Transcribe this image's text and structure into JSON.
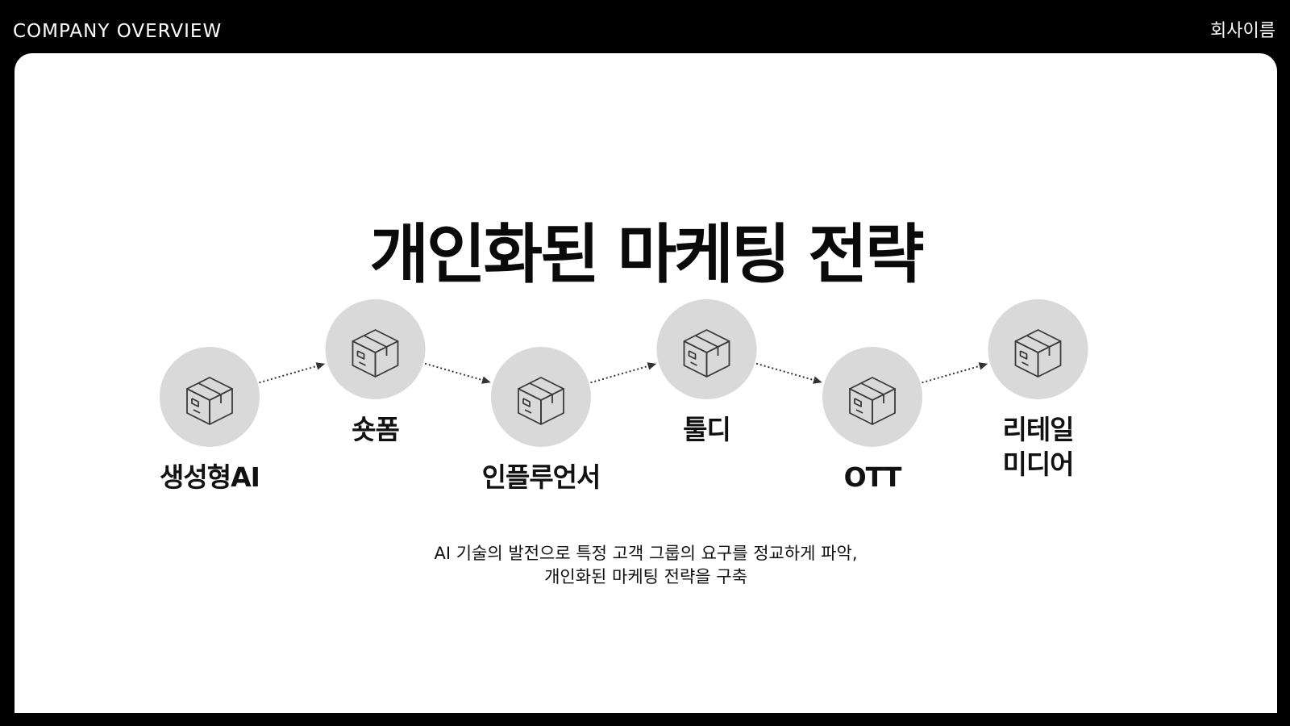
{
  "header": {
    "left_label": "COMPANY OVERVIEW",
    "right_label": "회사이름"
  },
  "slide": {
    "title": "개인화된 마케팅 전략",
    "description_lines": [
      "AI 기술의 발전으로 특정 고객 그룹의 요구를 정교하게 파악,",
      "개인화된 마케팅 전략을 구축"
    ]
  },
  "diagram": {
    "node_icon": "package-box-icon",
    "node_fill": "#d9d9d9",
    "connector_style": "dotted-arrow",
    "nodes": [
      {
        "id": "generative-ai",
        "label": "생성형AI",
        "row": "low"
      },
      {
        "id": "shortform",
        "label": "숏폼",
        "row": "high"
      },
      {
        "id": "influencer",
        "label": "인플루언서",
        "row": "low"
      },
      {
        "id": "tooldi",
        "label": "툴디",
        "row": "high"
      },
      {
        "id": "ott",
        "label": "OTT",
        "row": "low"
      },
      {
        "id": "retail-media",
        "label": "리테일\n미디어",
        "row": "high"
      }
    ]
  },
  "colors": {
    "background": "#000000",
    "card": "#ffffff",
    "circle": "#d9d9d9",
    "text": "#111111"
  }
}
